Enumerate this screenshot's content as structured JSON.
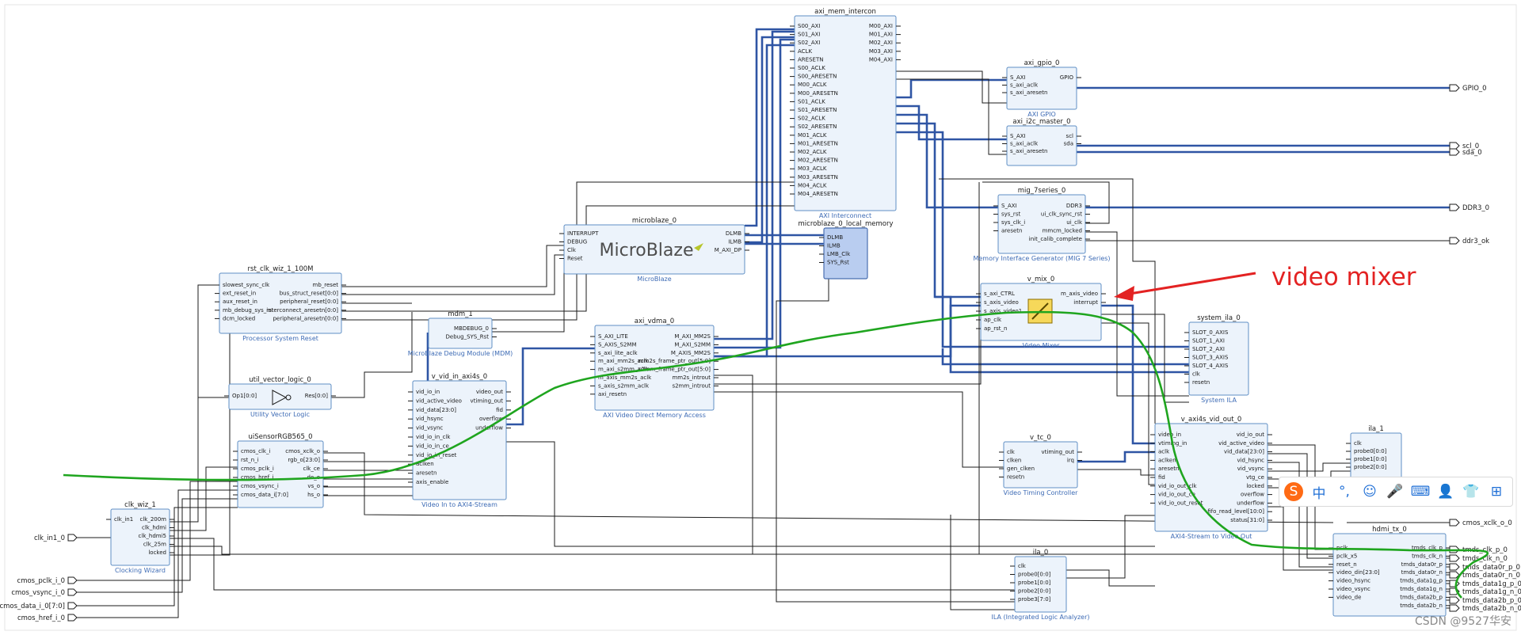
{
  "blocks": [
    {
      "id": "axi_mem_intercon",
      "title": "axi_mem_intercon",
      "subtitle": "AXI Interconnect",
      "pins_left": [
        "S00_AXI",
        "S01_AXI",
        "S02_AXI",
        "ACLK",
        "ARESETN",
        "S00_ACLK",
        "S00_ARESETN",
        "M00_ACLK",
        "M00_ARESETN",
        "S01_ACLK",
        "S01_ARESETN",
        "S02_ACLK",
        "S02_ARESETN",
        "M01_ACLK",
        "M01_ARESETN",
        "M02_ACLK",
        "M02_ARESETN",
        "M03_ACLK",
        "M03_ARESETN",
        "M04_ACLK",
        "M04_ARESETN"
      ],
      "pins_right": [
        "M00_AXI",
        "M01_AXI",
        "M02_AXI",
        "M03_AXI",
        "M04_AXI"
      ]
    },
    {
      "id": "axi_gpio_0",
      "title": "axi_gpio_0",
      "subtitle": "AXI GPIO",
      "pins_left": [
        "S_AXI",
        "s_axi_aclk",
        "s_axi_aresetn"
      ],
      "pins_right": [
        "GPIO"
      ]
    },
    {
      "id": "axi_i2c_master_0",
      "title": "axi_i2c_master_0",
      "subtitle": "",
      "pins_left": [
        "S_AXI",
        "s_axi_aclk",
        "s_axi_aresetn"
      ],
      "pins_right": [
        "scl",
        "sda"
      ]
    },
    {
      "id": "mig_7series_0",
      "title": "mig_7series_0",
      "subtitle": "Memory Interface Generator (MIG 7 Series)",
      "pins_left": [
        "S_AXI",
        "sys_rst",
        "sys_clk_i",
        "aresetn"
      ],
      "pins_right": [
        "DDR3",
        "ui_clk_sync_rst",
        "ui_clk",
        "mmcm_locked",
        "init_calib_complete"
      ]
    },
    {
      "id": "microblaze_0",
      "title": "microblaze_0",
      "subtitle": "MicroBlaze",
      "logo": "MicroBlaze",
      "pins_left": [
        "INTERRUPT",
        "DEBUG",
        "Clk",
        "Reset"
      ],
      "pins_right": [
        "DLMB",
        "ILMB",
        "M_AXI_DP"
      ]
    },
    {
      "id": "microblaze_0_local_memory",
      "title": "microblaze_0_local_memory",
      "subtitle": "",
      "pins_left": [
        "DLMB",
        "ILMB",
        "LMB_Clk",
        "SYS_Rst"
      ],
      "pins_right": []
    },
    {
      "id": "rst_clk_wiz_1_100M",
      "title": "rst_clk_wiz_1_100M",
      "subtitle": "Processor System Reset",
      "pins_left": [
        "slowest_sync_clk",
        "ext_reset_in",
        "aux_reset_in",
        "mb_debug_sys_rst",
        "dcm_locked"
      ],
      "pins_right": [
        "mb_reset",
        "bus_struct_reset[0:0]",
        "peripheral_reset[0:0]",
        "interconnect_aresetn[0:0]",
        "peripheral_aresetn[0:0]"
      ]
    },
    {
      "id": "mdm_1",
      "title": "mdm_1",
      "subtitle": "MicroBlaze Debug Module (MDM)",
      "pins_left": [],
      "pins_right": [
        "MBDEBUG_0",
        "Debug_SYS_Rst"
      ]
    },
    {
      "id": "axi_vdma_0",
      "title": "axi_vdma_0",
      "subtitle": "AXI Video Direct Memory Access",
      "pins_left": [
        "S_AXI_LITE",
        "S_AXIS_S2MM",
        "s_axi_lite_aclk",
        "m_axi_mm2s_aclk",
        "m_axi_s2mm_aclk",
        "m_axis_mm2s_aclk",
        "s_axis_s2mm_aclk",
        "axi_resetn"
      ],
      "pins_right": [
        "M_AXI_MM2S",
        "M_AXI_S2MM",
        "M_AXIS_MM2S",
        "mm2s_frame_ptr_out[5:0]",
        "s2mm_frame_ptr_out[5:0]",
        "mm2s_introut",
        "s2mm_introut"
      ]
    },
    {
      "id": "util_vector_logic_0",
      "title": "util_vector_logic_0",
      "subtitle": "Utility Vector Logic",
      "pins_left": [
        "Op1[0:0]"
      ],
      "pins_right": [
        "Res[0:0]"
      ]
    },
    {
      "id": "v_vid_in_axi4s_0",
      "title": "v_vid_in_axi4s_0",
      "subtitle": "Video In to AXI4-Stream",
      "pins_left": [
        "vid_io_in",
        "vid_active_video",
        "vid_data[23:0]",
        "vid_hsync",
        "vid_vsync",
        "vid_io_in_clk",
        "vid_io_in_ce",
        "vid_io_in_reset",
        "aclken",
        "aresetn",
        "axis_enable"
      ],
      "pins_right": [
        "video_out",
        "vtiming_out",
        "fid",
        "overflow",
        "underflow"
      ]
    },
    {
      "id": "uiSensorRGB565_0",
      "title": "uiSensorRGB565_0",
      "subtitle": "",
      "pins_left": [
        "cmos_clk_i",
        "rst_n_i",
        "cmos_pclk_i",
        "cmos_href_i",
        "cmos_vsync_i",
        "cmos_data_i[7:0]"
      ],
      "pins_right": [
        "cmos_xclk_o",
        "rgb_o[23:0]",
        "clk_ce",
        "de_o",
        "vs_o",
        "hs_o"
      ]
    },
    {
      "id": "clk_wiz_1",
      "title": "clk_wiz_1",
      "subtitle": "Clocking Wizard",
      "pins_left": [
        "clk_in1"
      ],
      "pins_right": [
        "clk_200m",
        "clk_hdmi",
        "clk_hdmi5",
        "clk_25m",
        "locked"
      ]
    },
    {
      "id": "v_mix_0",
      "title": "v_mix_0",
      "subtitle": "Video Mixer",
      "pins_left": [
        "s_axi_CTRL",
        "s_axis_video",
        "s_axis_video1",
        "ap_clk",
        "ap_rst_n"
      ],
      "pins_right": [
        "m_axis_video",
        "interrupt"
      ]
    },
    {
      "id": "system_ila_0",
      "title": "system_ila_0",
      "subtitle": "System ILA",
      "pins_left": [
        "SLOT_0_AXIS",
        "SLOT_1_AXI",
        "SLOT_2_AXI",
        "SLOT_3_AXIS",
        "SLOT_4_AXIS",
        "clk",
        "resetn"
      ],
      "pins_right": []
    },
    {
      "id": "v_tc_0",
      "title": "v_tc_0",
      "subtitle": "Video Timing Controller",
      "pins_left": [
        "clk",
        "clken",
        "gen_clken",
        "resetn"
      ],
      "pins_right": [
        "vtiming_out",
        "irq"
      ]
    },
    {
      "id": "v_axi4s_vid_out_0",
      "title": "v_axi4s_vid_out_0",
      "subtitle": "AXI4-Stream to Video Out",
      "pins_left": [
        "video_in",
        "vtiming_in",
        "aclk",
        "aclken",
        "aresetn",
        "fid",
        "vid_io_out_clk",
        "vid_io_out_ce",
        "vid_io_out_reset"
      ],
      "pins_right": [
        "vid_io_out",
        "vid_active_video",
        "vid_data[23:0]",
        "vid_hsync",
        "vid_vsync",
        "vtg_ce",
        "locked",
        "overflow",
        "underflow",
        "fifo_read_level[10:0]",
        "status[31:0]"
      ]
    },
    {
      "id": "ila_1",
      "title": "ila_1",
      "subtitle": "ILA (Integrated Logic Analyzer)",
      "pins_left": [
        "clk",
        "probe0[0:0]",
        "probe1[0:0]",
        "probe2[0:0]"
      ],
      "pins_right": []
    },
    {
      "id": "ila_0",
      "title": "ila_0",
      "subtitle": "ILA (Integrated Logic Analyzer)",
      "pins_left": [
        "clk",
        "probe0[0:0]",
        "probe1[0:0]",
        "probe2[0:0]",
        "probe3[7:0]"
      ],
      "pins_right": []
    },
    {
      "id": "hdmi_tx_0",
      "title": "hdmi_tx_0",
      "subtitle": "",
      "pins_left": [
        "pclk",
        "pclk_x5",
        "reset_n",
        "video_din[23:0]",
        "video_hsync",
        "video_vsync",
        "video_de"
      ],
      "pins_right": [
        "tmds_clk_p",
        "tmds_clk_n",
        "tmds_data0r_p",
        "tmds_data0r_n",
        "tmds_data1g_p",
        "tmds_data1g_n",
        "tmds_data2b_p",
        "tmds_data2b_n"
      ]
    }
  ],
  "external_ports": {
    "left": [
      "clk_in1_0",
      "cmos_pclk_i_0",
      "cmos_vsync_i_0",
      "cmos_data_i_0[7:0]",
      "cmos_href_i_0"
    ],
    "right": [
      "GPIO_0",
      "scl_0",
      "sda_0",
      "DDR3_0",
      "ddr3_ok",
      "cmos_xclk_o_0",
      "tmds_clk_p_0",
      "tmds_clk_n_0",
      "tmds_data0r_p_0",
      "tmds_data0r_n_0",
      "tmds_data1g_p_0",
      "tmds_data1g_n_0",
      "tmds_data2b_p_0",
      "tmds_data2b_n_0"
    ]
  },
  "annotation": {
    "text": "video mixer",
    "color": "#e32222"
  },
  "highlight_color": "#1fa51f",
  "bus_color": "#2f55a4",
  "toolbar": {
    "items": [
      {
        "icon": "sogou-logo-icon",
        "glyph": "S"
      },
      {
        "icon": "chinese-input-icon",
        "glyph": "中"
      },
      {
        "icon": "punctuation-icon",
        "glyph": "°,"
      },
      {
        "icon": "emoji-icon",
        "glyph": "☺"
      },
      {
        "icon": "microphone-icon",
        "glyph": "🎤"
      },
      {
        "icon": "keyboard-icon",
        "glyph": "⌨"
      },
      {
        "icon": "user-icon",
        "glyph": "👤"
      },
      {
        "icon": "skin-icon",
        "glyph": "👕"
      },
      {
        "icon": "grid-menu-icon",
        "glyph": "⊞"
      }
    ]
  },
  "watermark": "CSDN @9527华安"
}
